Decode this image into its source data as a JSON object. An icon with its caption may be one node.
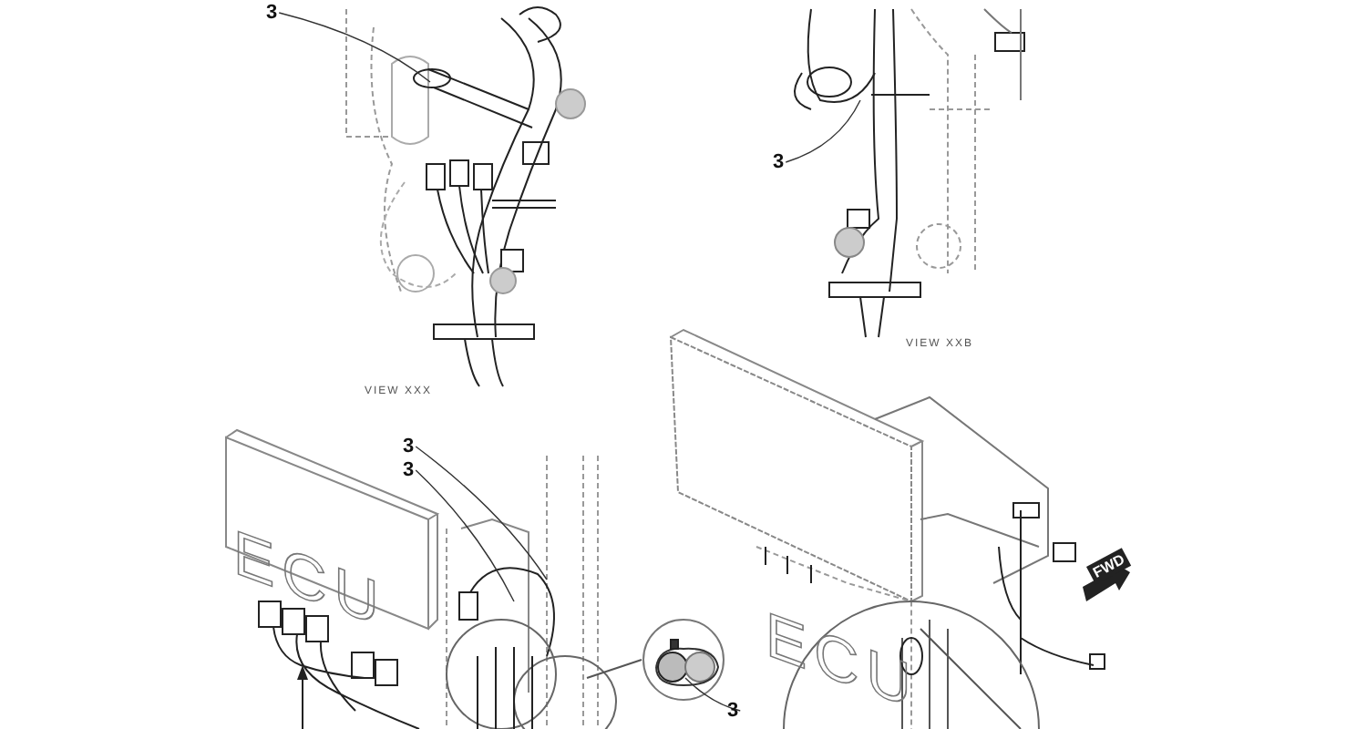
{
  "diagram": {
    "nodes": [
      {
        "text": [
          "3"
        ]
      },
      {
        "text": [
          "3"
        ]
      },
      {
        "text": [
          "3"
        ]
      },
      {
        "text": [
          "3"
        ]
      },
      {
        "text": [
          "3"
        ]
      }
    ],
    "edges": [
      {
        "from": 0,
        "to": null,
        "arrow": "none"
      },
      {
        "from": 1,
        "to": null,
        "arrow": "none"
      },
      {
        "from": 2,
        "to": null,
        "arrow": "none"
      },
      {
        "from": 3,
        "to": null,
        "arrow": "none"
      },
      {
        "from": 4,
        "to": null,
        "arrow": "none"
      }
    ],
    "labels": [
      "VIEW XXX",
      "VIEW XXB",
      "ECU",
      "ECU",
      "FWD"
    ]
  }
}
